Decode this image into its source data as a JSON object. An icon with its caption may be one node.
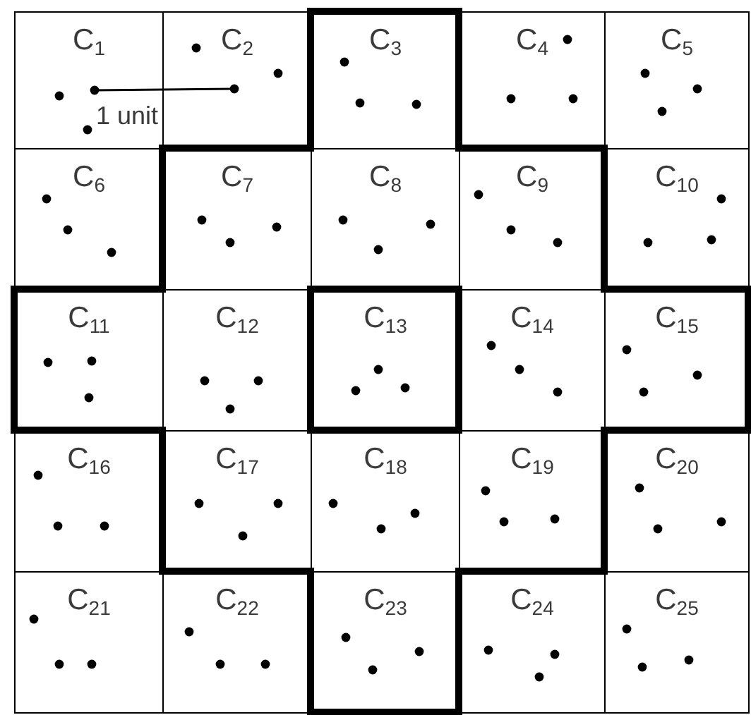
{
  "diagram": {
    "nodes": [
      {
        "text": [
          "C$_{1}$"
        ]
      },
      {
        "text": [
          "C$_{2}$"
        ]
      },
      {
        "text": [
          "C$_{3}$"
        ]
      },
      {
        "text": [
          "C$_{4}$"
        ]
      },
      {
        "text": [
          "C$_{5}$"
        ]
      },
      {
        "text": [
          "C$_{6}$"
        ]
      },
      {
        "text": [
          "C$_{7}$"
        ]
      },
      {
        "text": [
          "C$_{8}$"
        ]
      },
      {
        "text": [
          "C$_{9}$"
        ]
      },
      {
        "text": [
          "C$_{10}$"
        ]
      },
      {
        "text": [
          "C$_{11}$"
        ]
      },
      {
        "text": [
          "C$_{12}$"
        ]
      },
      {
        "text": [
          "C$_{13}$"
        ]
      },
      {
        "text": [
          "C$_{14}$"
        ]
      },
      {
        "text": [
          "C$_{15}$"
        ]
      },
      {
        "text": [
          "C$_{16}$"
        ]
      },
      {
        "text": [
          "C$_{17}$"
        ]
      },
      {
        "text": [
          "C$_{18}$"
        ]
      },
      {
        "text": [
          "C$_{19}$"
        ]
      },
      {
        "text": [
          "C$_{20}$"
        ]
      },
      {
        "text": [
          "C$_{21}$"
        ]
      },
      {
        "text": [
          "C$_{22}$"
        ]
      },
      {
        "text": [
          "C$_{23}$"
        ]
      },
      {
        "text": [
          "C$_{24}$"
        ]
      },
      {
        "text": [
          "C$_{25}$"
        ]
      }
    ],
    "labels": [
      "1 unit"
    ]
  }
}
